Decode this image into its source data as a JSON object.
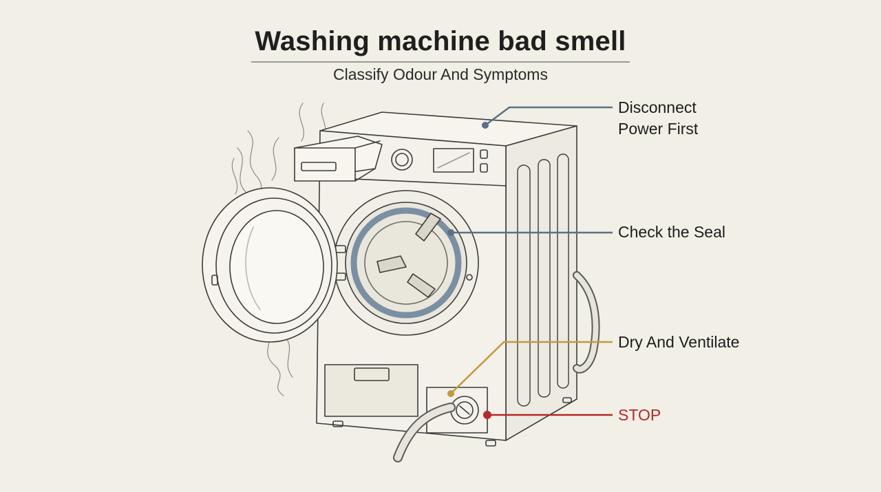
{
  "title": "Washing machine bad smell",
  "subtitle": "Classify Odour And Symptoms",
  "callouts": [
    {
      "text": "Disconnect\nPower First",
      "color": "#5a7186"
    },
    {
      "text": "Check the Seal",
      "color": "#5a7186"
    },
    {
      "text": "Dry And Ventilate",
      "color": "#c29a3e"
    },
    {
      "text": "STOP",
      "color": "#b22a2a"
    }
  ],
  "colors": {
    "background": "#f1efe6",
    "sketch": "#3b3b3b",
    "seal": "#7b8fa3",
    "stop": "#b22a2a",
    "dry": "#c29a3e"
  }
}
